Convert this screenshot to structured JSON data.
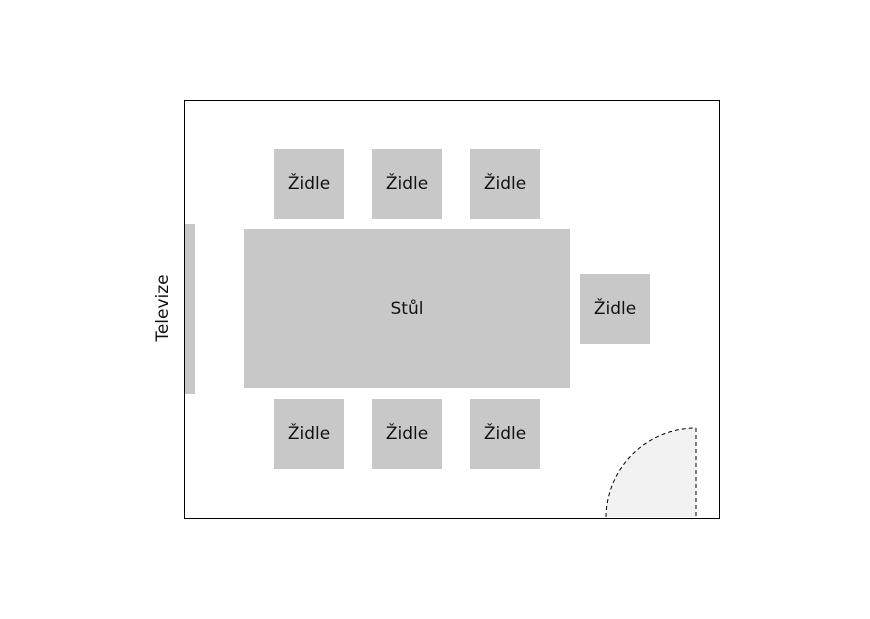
{
  "tv": {
    "label": "Televize"
  },
  "table": {
    "label": "Stůl"
  },
  "chairs": {
    "top": [
      "Židle",
      "Židle",
      "Židle"
    ],
    "right": [
      "Židle"
    ],
    "bottom": [
      "Židle",
      "Židle",
      "Židle"
    ]
  },
  "colors": {
    "furniture": "#c8c8c8",
    "wall": "#000000",
    "door_fill": "#f2f2f2"
  }
}
